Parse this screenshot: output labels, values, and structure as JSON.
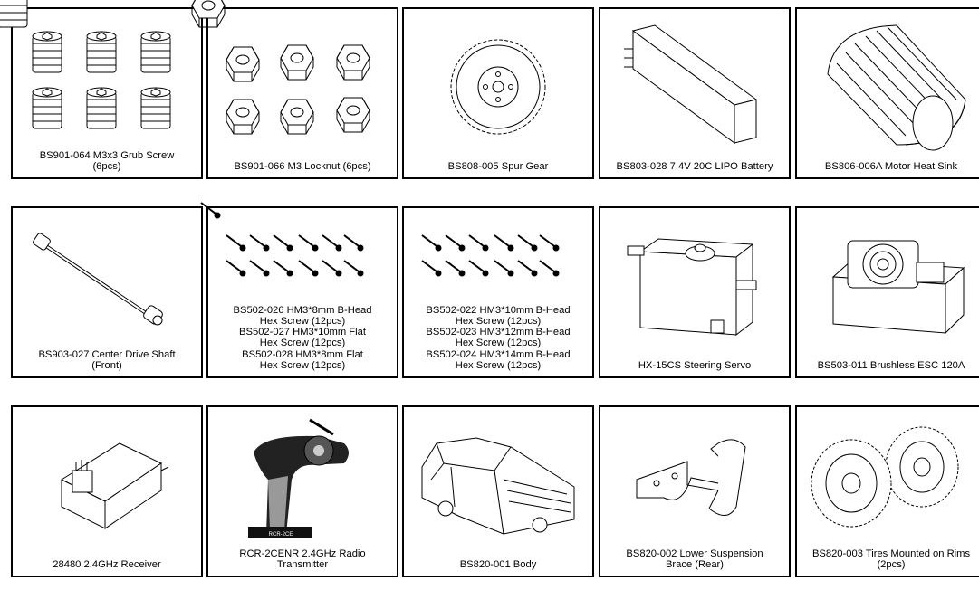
{
  "parts": [
    {
      "id": "grub-screw",
      "caption": "BS901-064  M3x3 Grub Screw\n(6pcs)"
    },
    {
      "id": "locknut",
      "caption": "BS901-066  M3 Locknut (6pcs)"
    },
    {
      "id": "spur-gear",
      "caption": "BS808-005  Spur Gear"
    },
    {
      "id": "lipo-battery",
      "caption": "BS803-028  7.4V 20C LIPO Battery"
    },
    {
      "id": "motor-heat-sink",
      "caption": "BS806-006A  Motor Heat Sink"
    },
    {
      "id": "center-drive-shaft",
      "caption": "BS903-027  Center Drive Shaft\n(Front)"
    },
    {
      "id": "hex-screw-set-a",
      "caption": "BS502-026  HM3*8mm B-Head\nHex Screw (12pcs)\nBS502-027  HM3*10mm Flat\nHex Screw (12pcs)\nBS502-028  HM3*8mm Flat\nHex Screw (12pcs)"
    },
    {
      "id": "hex-screw-set-b",
      "caption": "BS502-022  HM3*10mm B-Head\nHex Screw (12pcs)\nBS502-023  HM3*12mm B-Head\nHex Screw (12pcs)\nBS502-024  HM3*14mm B-Head\nHex Screw (12pcs)"
    },
    {
      "id": "steering-servo",
      "caption": "HX-15CS   Steering Servo"
    },
    {
      "id": "brushless-esc",
      "caption": "BS503-011  Brushless ESC 120A"
    },
    {
      "id": "receiver",
      "caption": "28480 2.4GHz Receiver"
    },
    {
      "id": "radio-transmitter",
      "caption": "RCR-2CENR   2.4GHz Radio\nTransmitter"
    },
    {
      "id": "body-shell",
      "caption": "BS820-001  Body"
    },
    {
      "id": "suspension-brace",
      "caption": "BS820-002 Lower Suspension\nBrace (Rear)"
    },
    {
      "id": "tires-rims",
      "caption": "BS820-003 Tires Mounted on Rims\n(2pcs)"
    }
  ],
  "transmitter_brand": "RCR-2CE"
}
